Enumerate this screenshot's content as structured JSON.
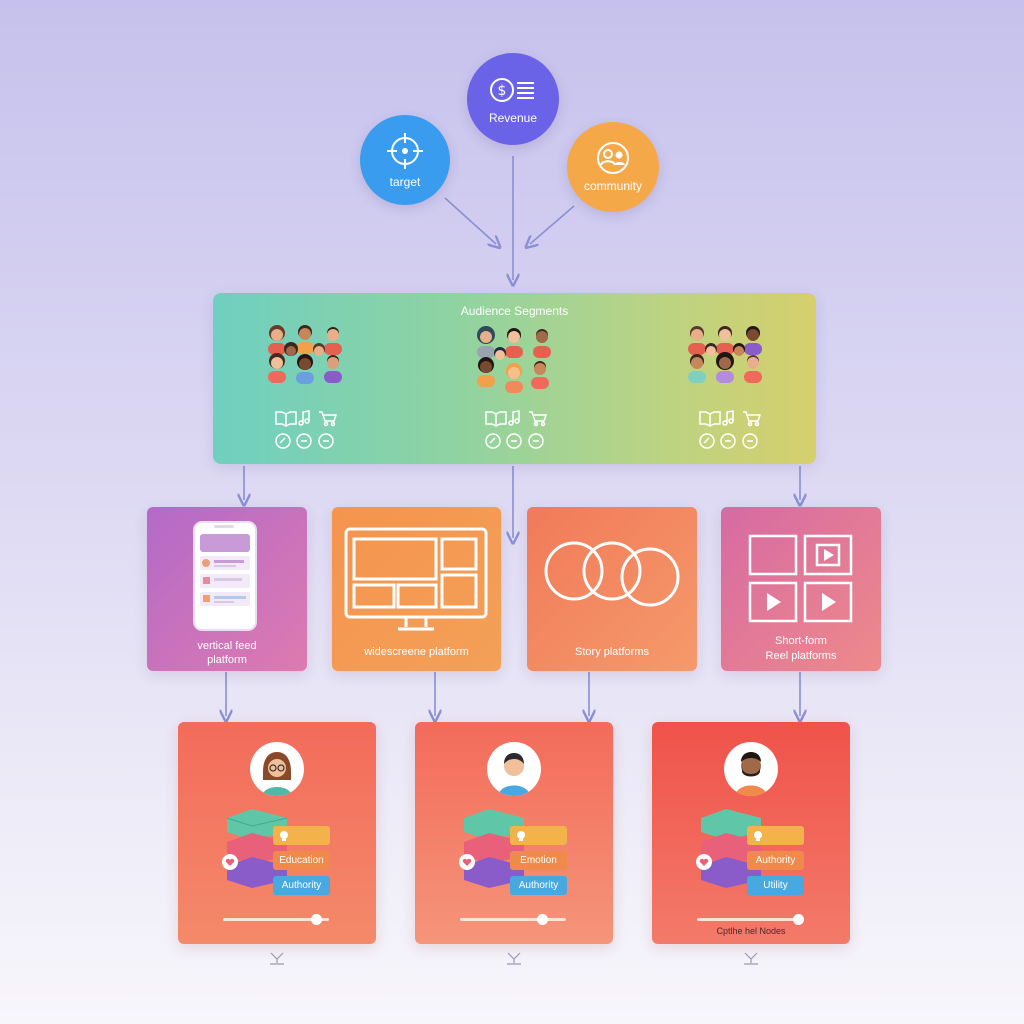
{
  "goals": {
    "target": "target",
    "revenue": "Revenue",
    "community": "community"
  },
  "segments": {
    "title": "Audience Segments"
  },
  "platforms": {
    "vertical": [
      "vertical feed",
      "platform"
    ],
    "widescreen": "widescreene platform",
    "story": "Story platforms",
    "reel": [
      "Short-form",
      "Reel platforms"
    ]
  },
  "personas": {
    "p1": {
      "tag1": "Education",
      "tag2": "Authority",
      "slider": 0.88
    },
    "p2": {
      "tag1": "Emotion",
      "tag2": "Authority",
      "slider": 0.78
    },
    "p3": {
      "tag1": "Authority",
      "tag2": "Utility",
      "slider": 0.96,
      "footer": "Cptlhe hel Nodes"
    }
  },
  "colors": {
    "target": "#3a9cef",
    "revenue": "#6a63e8",
    "community": "#f5a848",
    "persona": "#f07a63"
  }
}
